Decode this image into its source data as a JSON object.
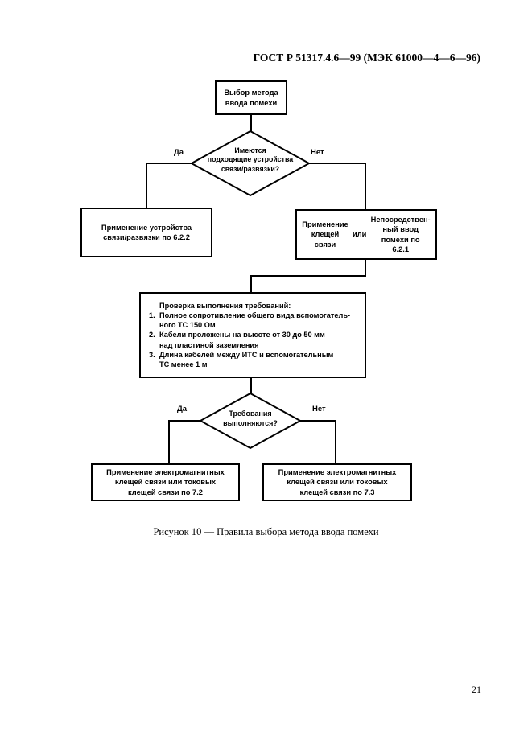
{
  "page": {
    "header": "ГОСТ Р 51317.4.6—99 (МЭК 61000—4—6—96)",
    "caption": "Рисунок 10 — Правила выбора метода ввода помехи",
    "page_number": "21"
  },
  "flowchart": {
    "start": "Выбор метода\nввода помехи",
    "decision1": {
      "text": "Имеются\nподходящие устройства\nсвязи/развязки?",
      "yes": "Да",
      "no": "Нет"
    },
    "apply_coupling": "Применение устройства\nсвязи/развязки по 6.2.2",
    "alternative": {
      "left": "Применение\nклещей\nсвязи",
      "middle": "или",
      "right": "Непосредствен-\nный ввод\nпомехи по\n6.2.1"
    },
    "checklist": {
      "title": "Проверка выполнения требований:",
      "items": [
        {
          "num": "1.",
          "text": "Полное сопротивление общего вида вспомогатель-\nного ТС 150 Ом"
        },
        {
          "num": "2.",
          "text": "Кабели проложены на высоте от 30 до 50 мм\nнад пластиной заземления"
        },
        {
          "num": "3.",
          "text": "Длина кабелей между ИТС и вспомогательным\nТС менее 1 м"
        }
      ]
    },
    "decision2": {
      "text": "Требования\nвыполняются?",
      "yes": "Да",
      "no": "Нет"
    },
    "result_yes": "Применение электромагнитных\nклещей связи или токовых\nклещей связи по 7.2",
    "result_no": "Применение электромагнитных\nклещей связи или токовых\nклещей связи по 7.3"
  }
}
